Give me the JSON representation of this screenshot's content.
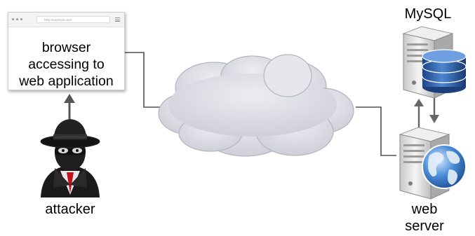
{
  "browser": {
    "url": "http://example.com",
    "lines": [
      "browser",
      "accessing to",
      "web application"
    ]
  },
  "labels": {
    "attacker": "attacker",
    "mysql": "MySQL",
    "web_server": [
      "web",
      "server"
    ]
  },
  "colors": {
    "connector": "#505050",
    "cloud": "#dedee6",
    "database": "#2a5da8",
    "globe": "#2f6cc0",
    "server": "#d9d9d9"
  }
}
